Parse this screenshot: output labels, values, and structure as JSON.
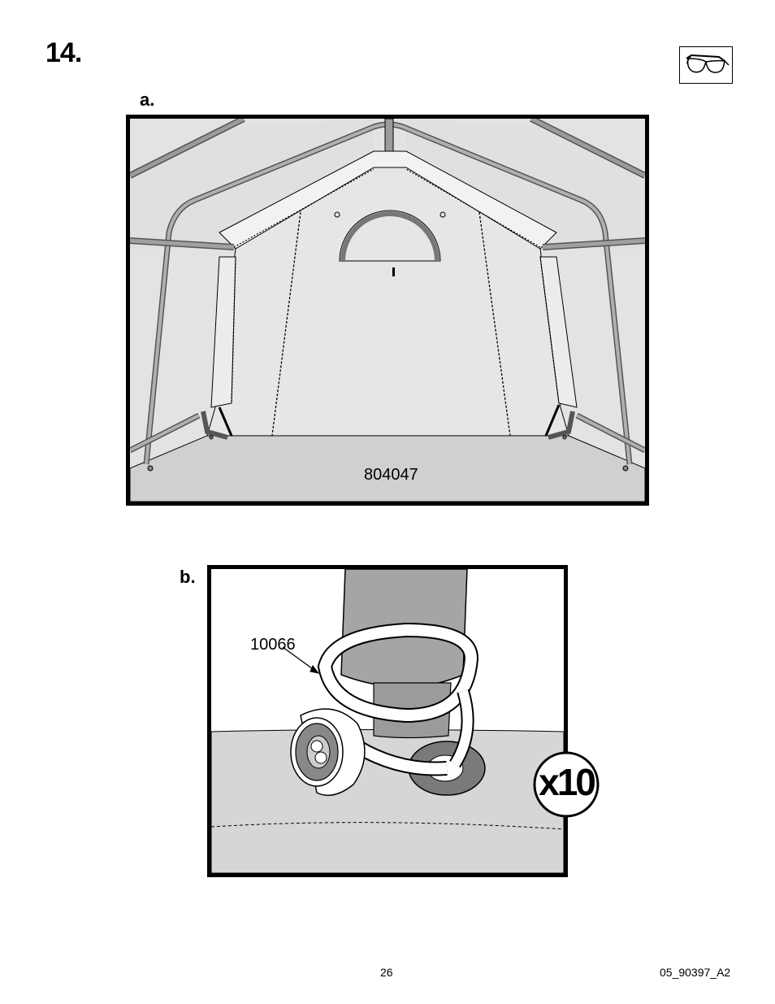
{
  "step": {
    "number": "14."
  },
  "safety_icon": {
    "icon": "safety-glasses-icon"
  },
  "figure_a": {
    "label": "a.",
    "part_number": "804047"
  },
  "figure_b": {
    "label": "b.",
    "part_number": "10066",
    "quantity": "x10"
  },
  "footer": {
    "page_number": "26",
    "doc_code": "05_90397_A2"
  }
}
